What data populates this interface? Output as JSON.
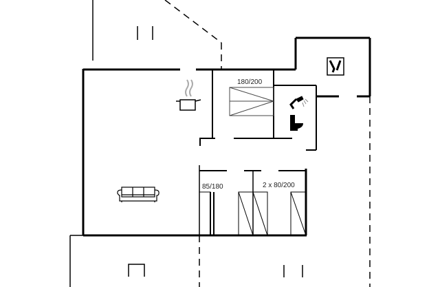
{
  "labels": {
    "master_bed": "180/200",
    "small_bed": "85/180",
    "twin_beds": "2 x 80/200"
  },
  "icons": [
    "pot-icon",
    "shower-icon",
    "toilet-icon",
    "sofa-icon",
    "laundry-icon"
  ],
  "colors": {
    "wall": "#000000",
    "furniture": "#333333",
    "steam": "#aaaaaa"
  }
}
